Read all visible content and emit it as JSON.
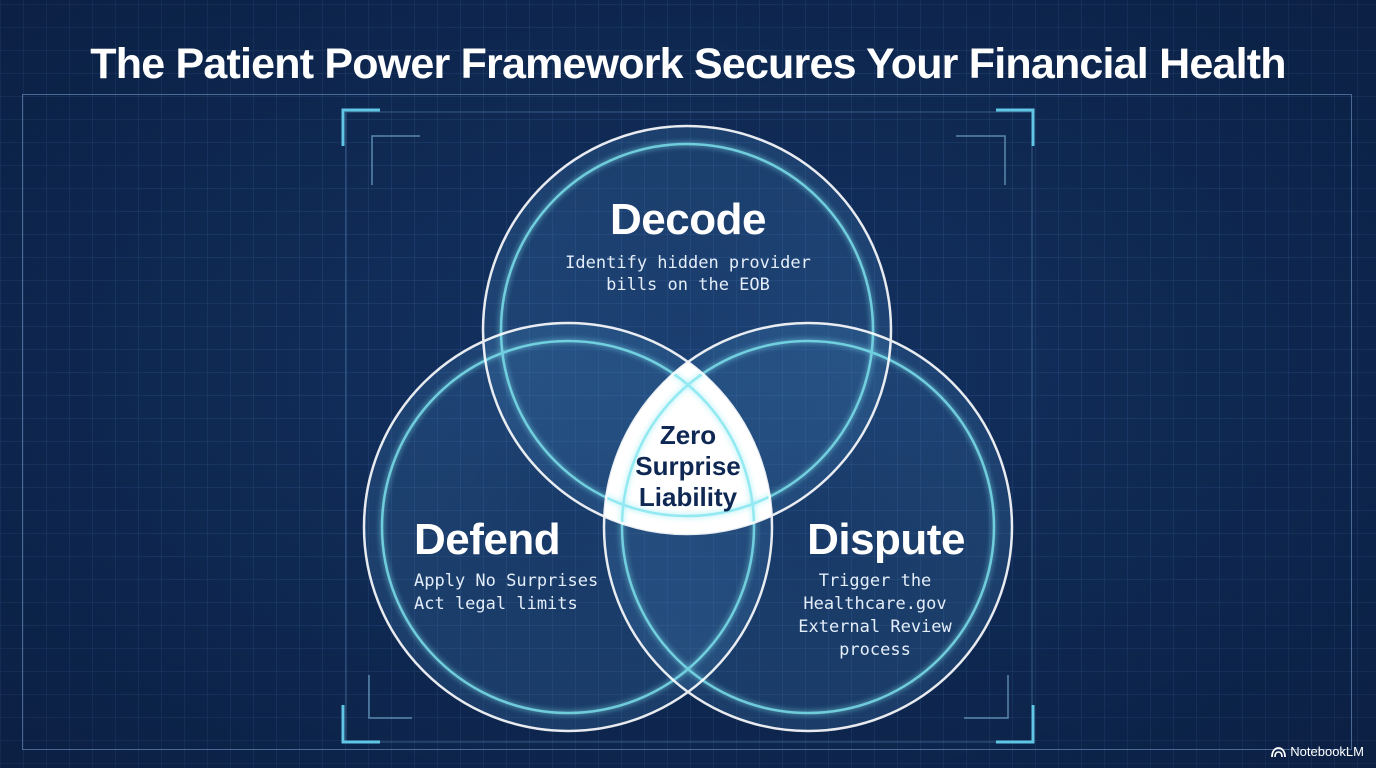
{
  "title": "The Patient Power Framework Secures Your Financial Health",
  "diagram": {
    "type": "three-circle venn",
    "circles": [
      {
        "id": "top",
        "title": "Decode",
        "description_lines": [
          "Identify hidden provider",
          "bills on the EOB"
        ]
      },
      {
        "id": "left",
        "title": "Defend",
        "description_lines": [
          "Apply No Surprises",
          "Act legal limits"
        ]
      },
      {
        "id": "right",
        "title": "Dispute",
        "description_lines": [
          "Trigger the",
          "Healthcare.gov",
          "External Review",
          "process"
        ]
      }
    ],
    "center": {
      "lines": [
        "Zero",
        "Surprise",
        "Liability"
      ]
    }
  },
  "branding": {
    "watermark": "NotebookLM",
    "icon": "notebooklm-logo-icon"
  },
  "colors": {
    "background": "#0e2853",
    "grid": "#5a8cd2",
    "circle_outline": "#ffffff",
    "circle_inner_ring": "#7fe6f0",
    "center_fill": "#ffffff",
    "bracket_accent": "#5fc6e6"
  }
}
